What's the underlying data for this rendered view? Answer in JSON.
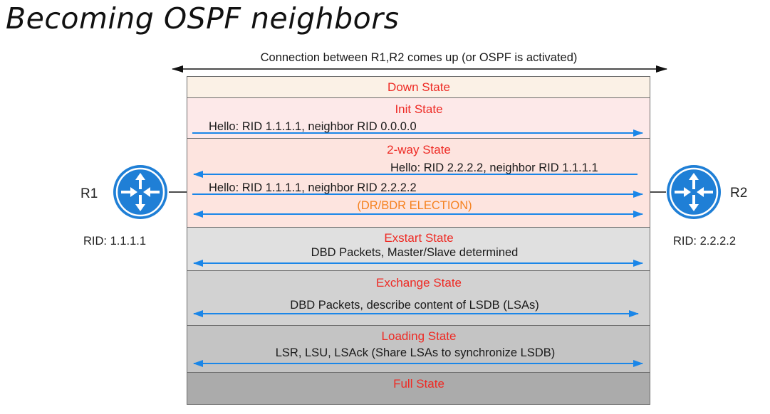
{
  "title": "Becoming OSPF neighbors",
  "top_label": "Connection between R1,R2 comes up (or OSPF is activated)",
  "routers": {
    "r1": {
      "name": "R1",
      "rid": "RID: 1.1.1.1"
    },
    "r2": {
      "name": "R2",
      "rid": "RID: 2.2.2.2"
    }
  },
  "states": {
    "down": "Down State",
    "init": "Init State",
    "two_way": "2-way State",
    "exstart": "Exstart State",
    "exchange": "Exchange State",
    "loading": "Loading State",
    "full": "Full State"
  },
  "messages": {
    "init_hello": "Hello: RID 1.1.1.1, neighbor RID 0.0.0.0",
    "two_way_hello_r2": "Hello: RID 2.2.2.2, neighbor RID 1.1.1.1",
    "two_way_hello_r1": "Hello: RID 1.1.1.1, neighbor RID 2.2.2.2",
    "dr_bdr": "(DR/BDR ELECTION)",
    "exstart_dbd": "DBD Packets, Master/Slave determined",
    "exchange_dbd": "DBD Packets, describe content of LSDB (LSAs)",
    "loading_lsr": "LSR, LSU, LSAck (Share LSAs to synchronize LSDB)"
  },
  "colors": {
    "state_text": "#ee2a24",
    "dr_text": "#f58220",
    "arrow": "#1a86e8",
    "router_fill": "#1f7fd6",
    "down_band": "#fbf1e6",
    "init_band": "#fde9e9",
    "two_way_band": "#fde4df",
    "exstart_band": "#e0e0e0",
    "exchange_band": "#d2d2d2",
    "loading_band": "#c4c4c4",
    "full_band": "#ababab"
  },
  "icons": {
    "router": "router-icon",
    "arrow": "arrow-icon"
  }
}
